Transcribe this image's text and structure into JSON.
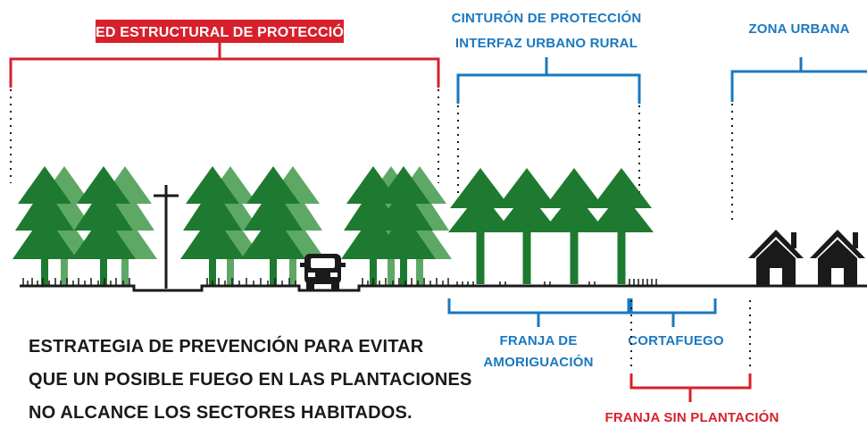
{
  "labels": {
    "red_network": "RED ESTRUCTURAL DE PROTECCIÓN",
    "belt_line1": "CINTURÓN DE PROTECCIÓN",
    "belt_line2": "INTERFAZ URBANO RURAL",
    "urban_zone": "ZONA URBANA",
    "buffer_line1": "FRANJA DE",
    "buffer_line2": "AMORIGUACIÓN",
    "firebreak": "CORTAFUEGO",
    "no_plantation_strip": "FRANJA SIN PLANTACIÓN"
  },
  "caption": {
    "line1": "ESTRATEGIA DE PREVENCIÓN PARA EVITAR",
    "line2": "QUE UN POSIBLE FUEGO EN LAS PLANTACIONES",
    "line3": "NO ALCANCE LOS SECTORES HABITADOS."
  },
  "colors": {
    "red": "#d8202c",
    "blue": "#1a78bf",
    "tree_dark": "#1e7a30",
    "tree_light": "#5ea866",
    "ground": "#1a1a1a",
    "text": "#1a1a1a"
  },
  "icons": [
    "tree-icon",
    "utility-pole-icon",
    "car-icon",
    "house-icon"
  ]
}
